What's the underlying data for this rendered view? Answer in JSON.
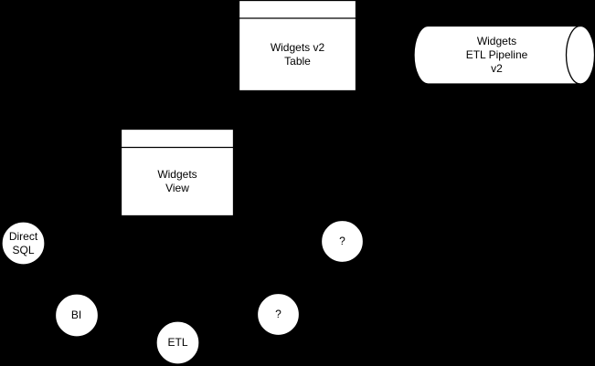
{
  "canvas": {
    "background_color": "#000000",
    "shape_fill": "#ffffff",
    "shape_stroke": "#000000",
    "text_color": "#000000"
  },
  "nodes": {
    "widgets_v2_table": {
      "label": "Widgets v2\nTable",
      "shape": "table"
    },
    "widgets_etl_pipeline": {
      "label": "Widgets\nETL Pipeline\nv2",
      "shape": "horizontal-cylinder"
    },
    "widgets_view": {
      "label": "Widgets\nView",
      "shape": "table"
    },
    "direct_sql": {
      "label": "Direct\nSQL",
      "shape": "circle"
    },
    "bi": {
      "label": "BI",
      "shape": "circle"
    },
    "etl": {
      "label": "ETL",
      "shape": "circle"
    },
    "question_upper": {
      "label": "?",
      "shape": "circle"
    },
    "question_lower": {
      "label": "?",
      "shape": "circle"
    }
  }
}
